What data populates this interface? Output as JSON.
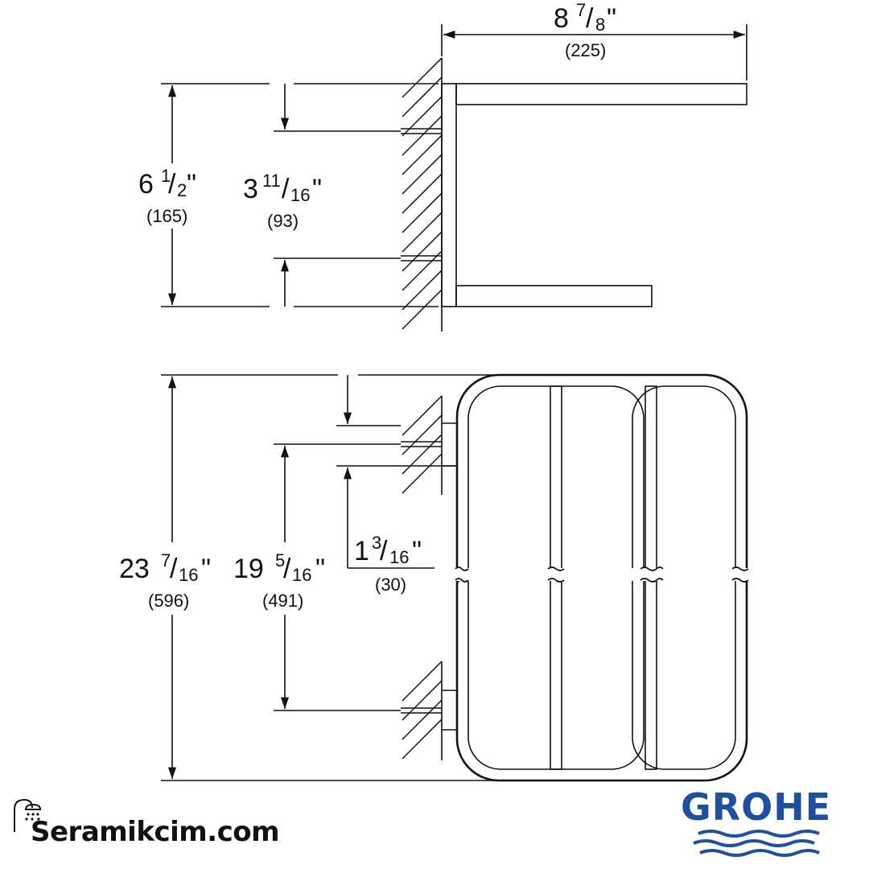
{
  "colors": {
    "ink": "#111111",
    "brand_blue": "#1f4fa0",
    "background": "#ffffff"
  },
  "dimensions": {
    "depth": {
      "whole": "8",
      "frac_num": "7",
      "frac_den": "8",
      "mark": "\"",
      "metric": "(225)"
    },
    "height_side": {
      "whole": "6",
      "frac_num": "1",
      "frac_den": "2",
      "mark": "\"",
      "metric": "(165)"
    },
    "mount_side": {
      "whole": "3",
      "frac_num": "11",
      "frac_den": "16",
      "mark": "\"",
      "metric": "(93)"
    },
    "total_front": {
      "whole": "23",
      "frac_num": "7",
      "frac_den": "16",
      "mark": "\"",
      "metric": "(596)"
    },
    "mount_front": {
      "whole": "19",
      "frac_num": "5",
      "frac_den": "16",
      "mark": "\"",
      "metric": "(491)"
    },
    "offset_top": {
      "whole": "1",
      "frac_num": "3",
      "frac_den": "16",
      "mark": "\"",
      "metric": "(30)"
    }
  },
  "watermark": {
    "text": "Seramikcim.com",
    "icon": "shower-icon"
  },
  "brand": {
    "name": "GROHE",
    "icon": "waves-icon"
  }
}
